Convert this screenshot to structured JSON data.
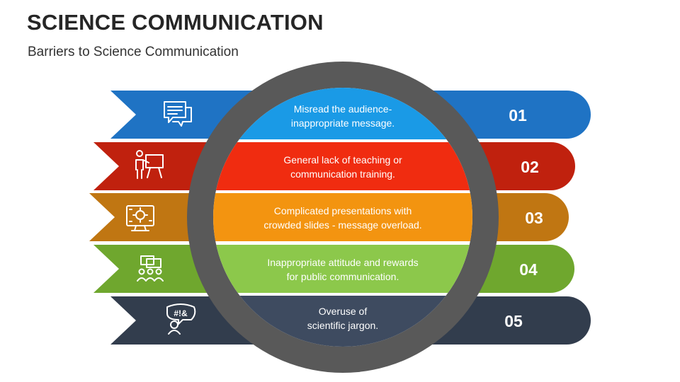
{
  "title": "SCIENCE COMMUNICATION",
  "subtitle": "Barriers to Science Communication",
  "items": [
    {
      "number": "01",
      "line1": "Misread the audience-",
      "line2": "inappropriate message.",
      "color": "#1F73C4",
      "band_color": "#1A9AE6",
      "icon": "chat-bubbles-icon"
    },
    {
      "number": "02",
      "line1": "General lack of teaching or",
      "line2": "communication training.",
      "color": "#C0210E",
      "band_color": "#F02C10",
      "icon": "teacher-board-icon"
    },
    {
      "number": "03",
      "line1": "Complicated presentations with",
      "line2": "crowded slides - message overload.",
      "color": "#C07612",
      "band_color": "#F39410",
      "icon": "monitor-gear-icon"
    },
    {
      "number": "04",
      "line1": "Inappropriate attitude and rewards",
      "line2": "for public communication.",
      "color": "#6FA72E",
      "band_color": "#8CC84B",
      "icon": "audience-chat-icon"
    },
    {
      "number": "05",
      "line1": "Overuse of",
      "line2": "scientific jargon.",
      "color": "#323D4D",
      "band_color": "#3E4B60",
      "icon": "frustrated-speech-icon"
    }
  ]
}
